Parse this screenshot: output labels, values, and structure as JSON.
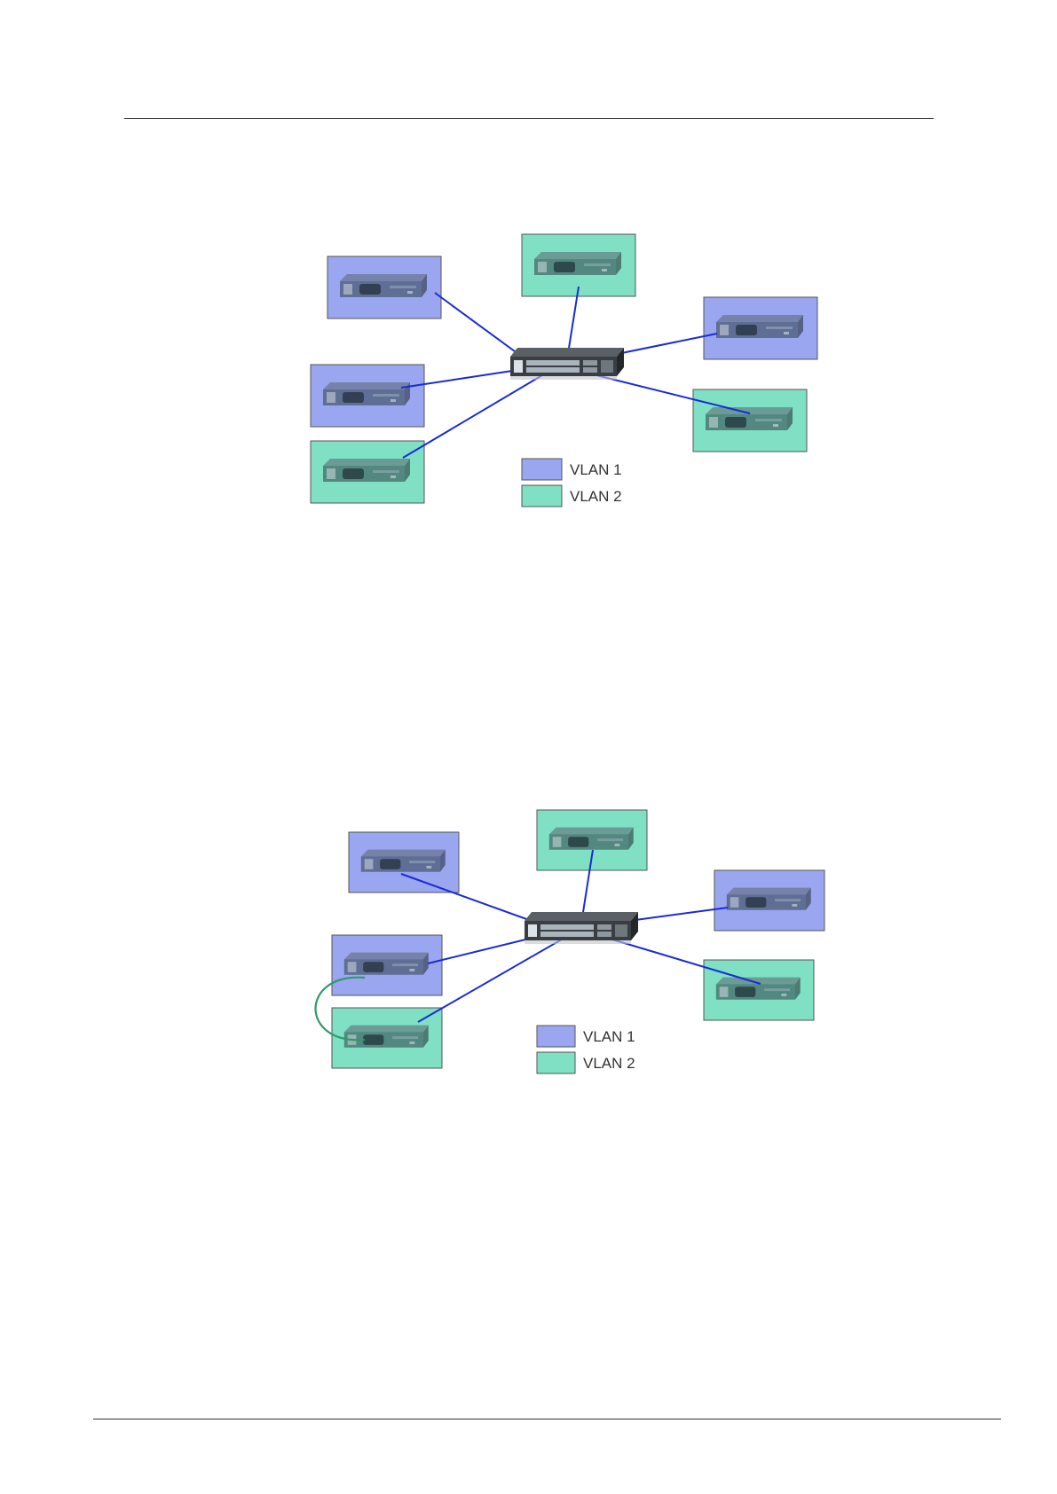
{
  "colors": {
    "vlan1": "#9aa6f0",
    "vlan2": "#7fe0c4",
    "link": "#1a2bd6",
    "crossLink": "#2e9a6a",
    "border": "#555555",
    "switch": "#3f4347"
  },
  "diagrams": [
    {
      "legend": [
        {
          "vlan": "vlan1",
          "label": "VLAN 1"
        },
        {
          "vlan": "vlan2",
          "label": "VLAN 2"
        }
      ]
    },
    {
      "legend": [
        {
          "vlan": "vlan1",
          "label": "VLAN 1"
        },
        {
          "vlan": "vlan2",
          "label": "VLAN 2"
        }
      ]
    }
  ]
}
